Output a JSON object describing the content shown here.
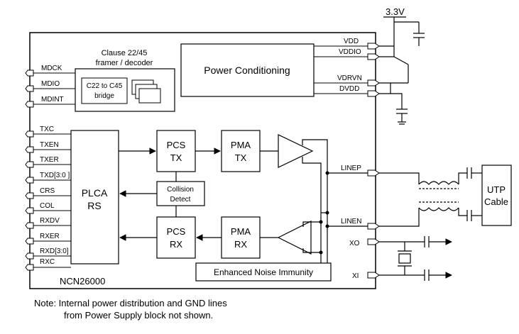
{
  "supply": {
    "voltage": "3.3V"
  },
  "blocks": {
    "power_conditioning": "Power Conditioning",
    "framer_title_line1": "Clause 22/45",
    "framer_title_line2": "framer / decoder",
    "bridge_line1": "C22  to C45",
    "bridge_line2": "bridge",
    "plca_line1": "PLCA",
    "plca_line2": "RS",
    "pcs_tx_line1": "PCS",
    "pcs_tx_line2": "TX",
    "pma_tx_line1": "PMA",
    "pma_tx_line2": "TX",
    "pcs_rx_line1": "PCS",
    "pcs_rx_line2": "RX",
    "pma_rx_line1": "PMA",
    "pma_rx_line2": "RX",
    "collision_line1": "Collision",
    "collision_line2": "Detect",
    "noise_immunity": "Enhanced Noise Immunity",
    "chip_name": "NCN26000",
    "utp_line1": "UTP",
    "utp_line2": "Cable"
  },
  "pins": {
    "left_mgmt": [
      "MDCK",
      "MDIO",
      "MDINT"
    ],
    "left_mii": [
      "TXC",
      "TXEN",
      "TXER",
      "TXD[3:0 ]",
      "CRS",
      "COL",
      "RXDV",
      "RXER",
      "RXD[3:0]",
      "RXC"
    ],
    "right_power": [
      "VDD",
      "VDDIO",
      "VDRVN",
      "DVDD"
    ],
    "right_line": [
      "LINEP",
      "LINEN"
    ],
    "right_clock": [
      "XO",
      "XI"
    ]
  },
  "note": {
    "line1": "Note: Internal power distribution and GND lines",
    "line2": "from Power Supply block not shown."
  }
}
